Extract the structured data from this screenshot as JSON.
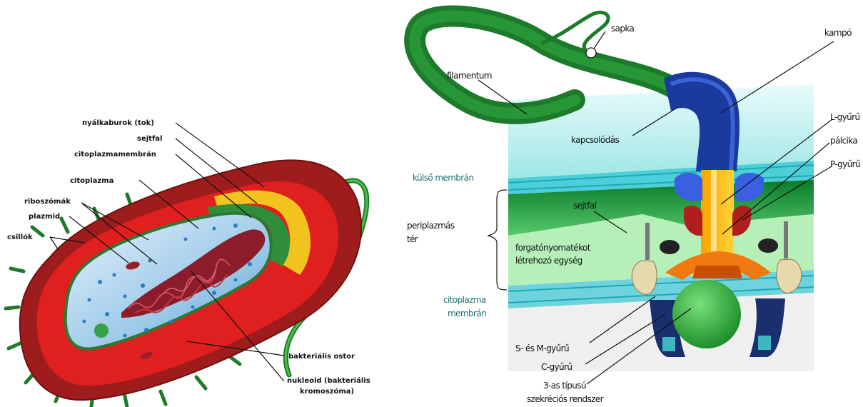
{
  "cell_labels": {
    "capsule": "nyálkaburok (tok)",
    "cell_wall": "sejtfal",
    "cytoplasmic_membrane": "citoplazmamembrán",
    "cytoplasm": "citoplazma",
    "ribosomes": "riboszómák",
    "plasmid": "plazmid",
    "pili": "csillók",
    "flagellum": "bakteriális ostor",
    "nucleoid_1": "nukleoid (bakteriális",
    "nucleoid_2": "kromoszóma)"
  },
  "motor_labels": {
    "cap": "sapka",
    "hook": "kampó",
    "filament": "filamentum",
    "junction": "kapcsolódás",
    "l_ring": "L-gyűrű",
    "rod": "pálcika",
    "p_ring": "P-gyűrű",
    "outer_membrane": "külső membrán",
    "cell_wall": "sejtfal",
    "periplasmic_1": "periplazmás",
    "periplasmic_2": "tér",
    "torque_1": "forgatónyomatékot",
    "torque_2": "létrehozó egység",
    "cyto_membrane_1": "citoplazma",
    "cyto_membrane_2": "membrán",
    "sm_ring": "S- és M-gyűrű",
    "c_ring": "C-gyűrű",
    "t3ss_1": "3-as típusú",
    "t3ss_2": "szekréciós rendszer"
  }
}
